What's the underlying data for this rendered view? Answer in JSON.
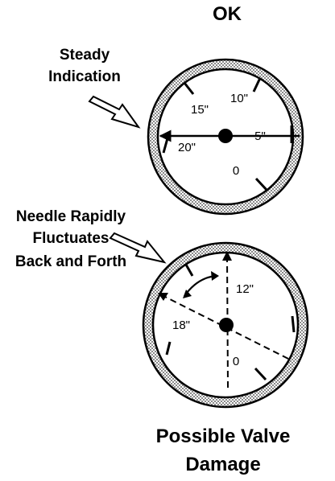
{
  "top_gauge": {
    "heading": "OK",
    "note_lines": [
      "Steady",
      "Indication"
    ],
    "tick_labels": [
      "15\"",
      "10\"",
      "5\"",
      "20\"",
      "0"
    ]
  },
  "bottom_gauge": {
    "note_lines": [
      "Needle Rapidly",
      "Fluctuates",
      "Back and Forth"
    ],
    "tick_labels": [
      "12\"",
      "18\"",
      "0"
    ],
    "caption_lines": [
      "Possible Valve",
      "Damage"
    ]
  },
  "colors": {
    "ink": "#000000",
    "bezel": "#bdbdbd",
    "background": "#ffffff"
  }
}
